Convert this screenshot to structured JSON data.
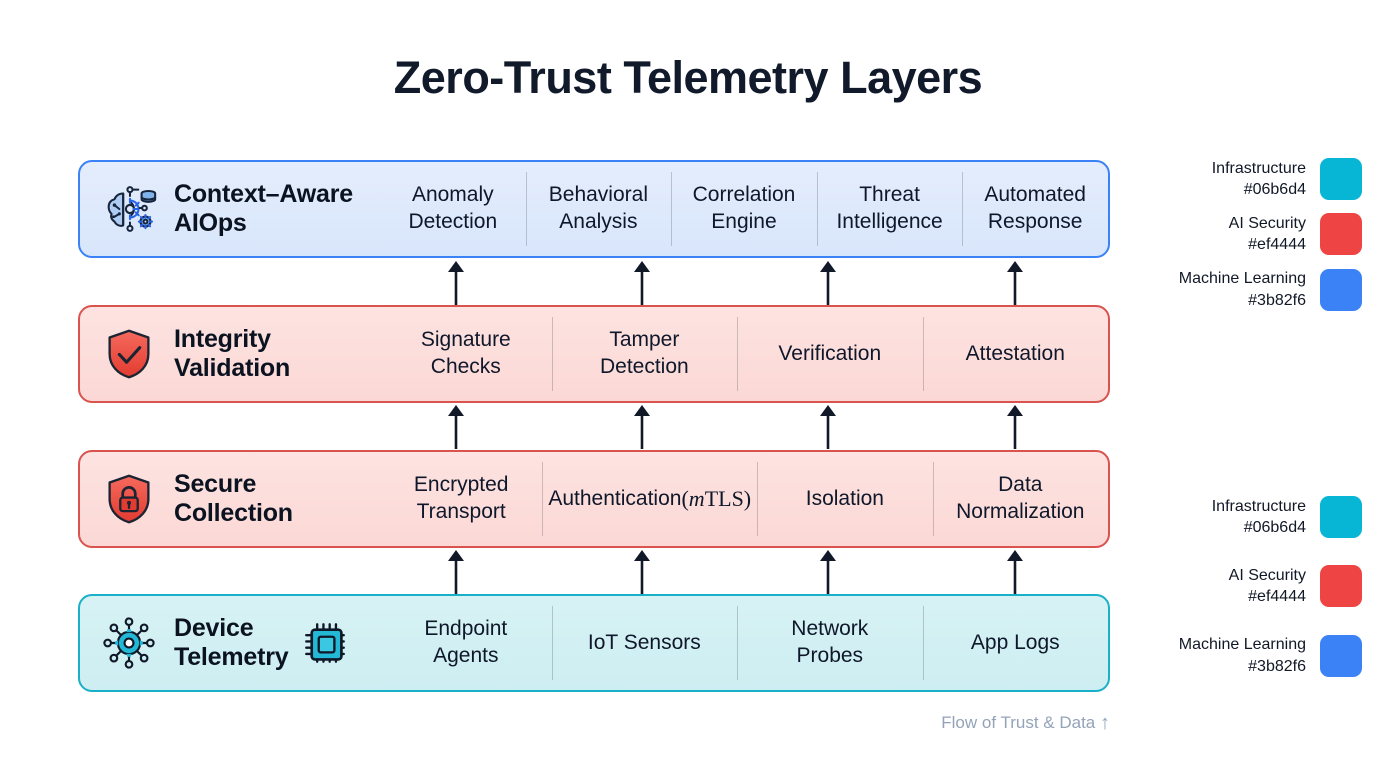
{
  "title": "Zero-Trust Telemetry Layers",
  "footer": {
    "label": "Flow of Trust & Data",
    "arrow_glyph": "↑"
  },
  "layers": [
    {
      "id": "context-aware-aiops",
      "name": "Context-Aware\nAIOps",
      "name_line1": "Context–Aware",
      "name_line2": "AIOps",
      "icon": "ai-brain-gear-icon",
      "extra_icon": null,
      "tone": "blue",
      "fill": "#dfe9fc",
      "border": "#3b82f6",
      "cells": [
        "Anomaly\nDetection",
        "Behavioral\nAnalysis",
        "Correlation\nEngine",
        "Threat\nIntelligence",
        "Automated\nResponse"
      ]
    },
    {
      "id": "integrity-validation",
      "name": "Integrity\nValidation",
      "name_line1": "Integrity",
      "name_line2": "Validation",
      "icon": "shield-check-icon",
      "extra_icon": null,
      "tone": "red",
      "fill": "#fbdedb",
      "border": "#d9534f",
      "cells": [
        "Signature\nChecks",
        "Tamper\nDetection",
        "Verification",
        "Attestation"
      ]
    },
    {
      "id": "secure-collection",
      "name": "Secure\nCollection",
      "name_line1": "Secure",
      "name_line2": "Collection",
      "icon": "shield-lock-icon",
      "extra_icon": null,
      "tone": "red",
      "fill": "#fbdedb",
      "border": "#d9534f",
      "cells": [
        "Encrypted\nTransport",
        "Authentication\n(mTLS)",
        "Isolation",
        "Data\nNormalization"
      ]
    },
    {
      "id": "device-telemetry",
      "name": "Device\nTelemetry",
      "name_line1": "Device",
      "name_line2": "Telemetry",
      "icon": "iot-hub-icon",
      "extra_icon": "cpu-chip-icon",
      "tone": "cyan",
      "fill": "#d5f1f4",
      "border": "#1ab0c8",
      "cells": [
        "Endpoint\nAgents",
        "IoT Sensors",
        "Network\nProbes",
        "App Logs"
      ]
    }
  ],
  "legend_top": {
    "items": [
      {
        "label": "Infrastructure",
        "hex": "#06b6d4"
      },
      {
        "label": "AI Security",
        "hex": "#ef4444"
      },
      {
        "label": "Machine Learning",
        "hex": "#3b82f6"
      }
    ]
  },
  "legend_bottom": {
    "items": [
      {
        "label": "Infrastructure",
        "hex": "#06b6d4"
      },
      {
        "label": "AI Security",
        "hex": "#ef4444"
      },
      {
        "label": "Machine Learning",
        "hex": "#3b82f6"
      }
    ]
  },
  "arrows": {
    "count_per_gap": 4,
    "direction": "up",
    "color": "#111827"
  }
}
